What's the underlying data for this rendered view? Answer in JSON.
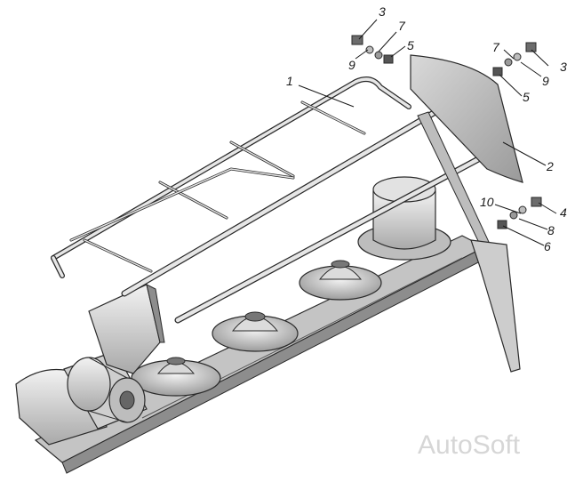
{
  "callouts": [
    {
      "id": "c1",
      "label": "1"
    },
    {
      "id": "c2",
      "label": "2"
    },
    {
      "id": "c3a",
      "label": "3"
    },
    {
      "id": "c3b",
      "label": "3"
    },
    {
      "id": "c4",
      "label": "4"
    },
    {
      "id": "c5a",
      "label": "5"
    },
    {
      "id": "c5b",
      "label": "5"
    },
    {
      "id": "c6",
      "label": "6"
    },
    {
      "id": "c7a",
      "label": "7"
    },
    {
      "id": "c7b",
      "label": "7"
    },
    {
      "id": "c8",
      "label": "8"
    },
    {
      "id": "c9a",
      "label": "9"
    },
    {
      "id": "c9b",
      "label": "9"
    },
    {
      "id": "c10",
      "label": "10"
    }
  ],
  "watermark": "AutoSoft",
  "colors": {
    "metal": "#cfcfcf",
    "metal_dark": "#8a8a8a",
    "metal_light": "#ececec",
    "outline": "#2a2a2a"
  }
}
